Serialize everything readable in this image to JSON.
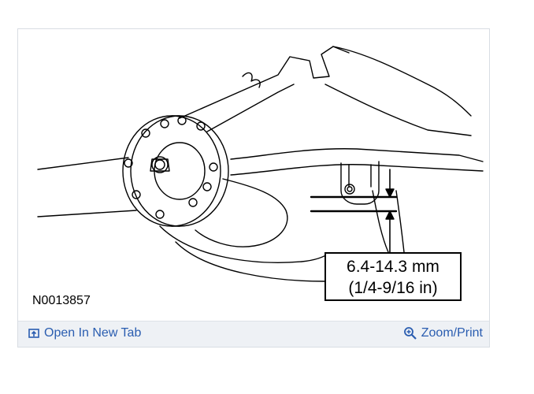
{
  "figure": {
    "id_label": "N0013857",
    "spec_line1": "6.4-14.3 mm",
    "spec_line2": "(1/4-9/16 in)"
  },
  "toolbar": {
    "open_new_tab_label": "Open In New Tab",
    "zoom_print_label": "Zoom/Print",
    "link_color": "#2a5db0",
    "background": "#eef1f5"
  },
  "icons": {
    "open_tab": "open-new-tab-icon",
    "zoom": "magnifier-plus-icon"
  }
}
